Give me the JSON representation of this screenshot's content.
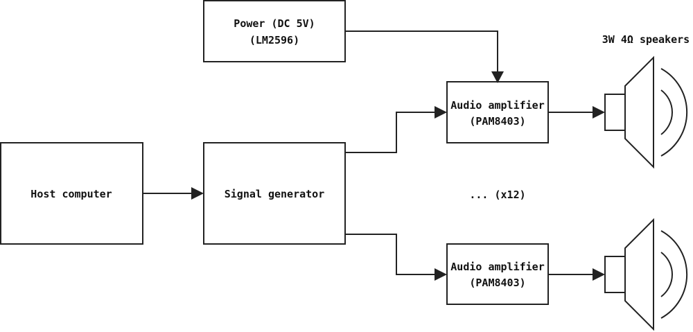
{
  "blocks": {
    "power": {
      "line1": "Power (DC 5V)",
      "line2": "(LM2596)"
    },
    "host": {
      "line1": "Host computer"
    },
    "signal": {
      "line1": "Signal generator"
    },
    "amp_top": {
      "line1": "Audio amplifier",
      "line2": "(PAM8403)"
    },
    "amp_bottom": {
      "line1": "Audio amplifier",
      "line2": "(PAM8403)"
    }
  },
  "speakers_label": "3W 4Ω speakers",
  "repeat_label": "... (x12)"
}
